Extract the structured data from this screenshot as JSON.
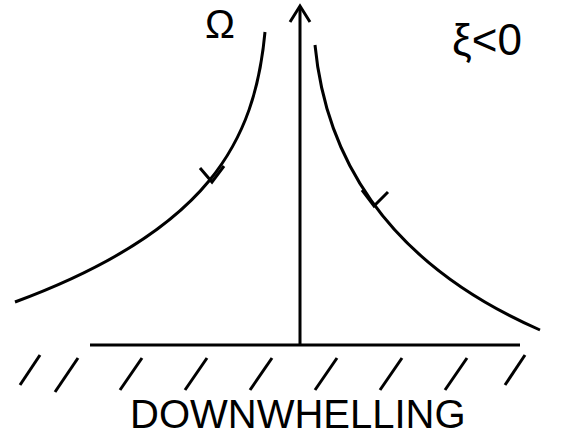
{
  "diagram": {
    "labels": [
      "Ω",
      "ξ<0",
      "DOWNWHELLING"
    ]
  }
}
